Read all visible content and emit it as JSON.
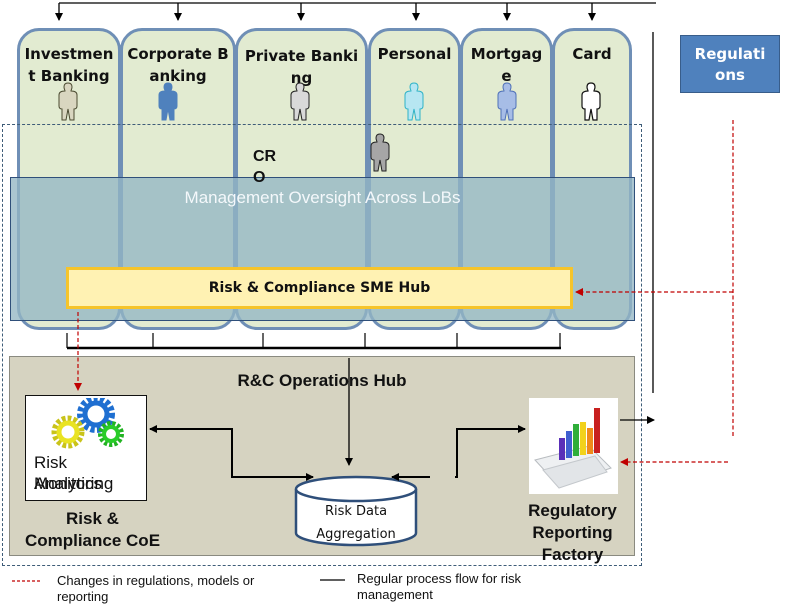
{
  "diagram": {
    "lines_of_business": [
      {
        "label": "Investment Banking",
        "person_color": "#d9d6c0"
      },
      {
        "label": "Corporate Banking",
        "person_color": "#4f81bd"
      },
      {
        "label": "Private Banking",
        "person_color": "#d9d9d9"
      },
      {
        "label": "Personal",
        "person_color": "#b7e6f2"
      },
      {
        "label": "Mortgage",
        "person_color": "#a7bde6"
      },
      {
        "label": "Card",
        "person_color": "#ffffff"
      }
    ],
    "cro": {
      "label": "CRO",
      "person_color": "#a6a6a6"
    },
    "regulations": {
      "label": "Regulations"
    },
    "management_oversight": {
      "label": "Management Oversight Across LoBs"
    },
    "sme_hub": {
      "label": "Risk & Compliance SME Hub"
    },
    "operations_hub": {
      "label": "R&C Operations Hub"
    },
    "risk_analytics": {
      "label_line1": "Risk",
      "label_line2a": "Analytics",
      "label_line2b": "Monitoring"
    },
    "coe": {
      "label": "Risk & Compliance CoE"
    },
    "risk_data_aggregation": {
      "line1": "Risk Data",
      "line2": "Aggregation"
    },
    "regulatory_reporting": {
      "label": "Regulatory Reporting Factory"
    },
    "colors": {
      "lob_fill": "#e2ebd1",
      "lob_border": "#6f8fb6",
      "oversight_fill": "#94b6c4",
      "sme_fill": "#fff2b3",
      "sme_border": "#f6c42a",
      "ops_fill": "#d6d3c1",
      "regulations_fill": "#4f81bd",
      "change_flow": "#c00000",
      "regular_flow": "#000000"
    }
  },
  "legend": {
    "change_flow": "Changes in regulations, models or reporting",
    "regular_flow": "Regular process flow for risk management"
  }
}
